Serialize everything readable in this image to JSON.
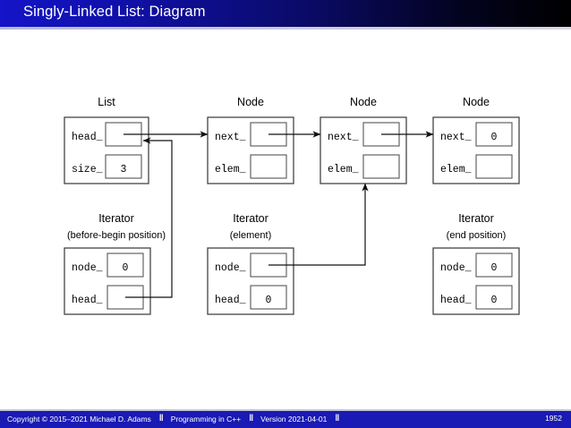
{
  "header": {
    "title": "Singly-Linked List: Diagram",
    "gradient_start": "#1414c8",
    "gradient_end": "#000000"
  },
  "diagram": {
    "type": "linked-list-memory-diagram",
    "structures": [
      {
        "id": "list",
        "caption": "List",
        "caption2": "",
        "fields": [
          {
            "name": "head_",
            "value": "",
            "kind": "pointer"
          },
          {
            "name": "size_",
            "value": "3",
            "kind": "integer"
          }
        ]
      },
      {
        "id": "node-1",
        "caption": "Node",
        "caption2": "",
        "fields": [
          {
            "name": "next_",
            "value": "",
            "kind": "pointer"
          },
          {
            "name": "elem_",
            "value": "",
            "kind": "element"
          }
        ]
      },
      {
        "id": "node-2",
        "caption": "Node",
        "caption2": "",
        "fields": [
          {
            "name": "next_",
            "value": "",
            "kind": "pointer"
          },
          {
            "name": "elem_",
            "value": "",
            "kind": "element"
          }
        ]
      },
      {
        "id": "node-3",
        "caption": "Node",
        "caption2": "",
        "fields": [
          {
            "name": "next_",
            "value": "0",
            "kind": "null"
          },
          {
            "name": "elem_",
            "value": "",
            "kind": "element"
          }
        ]
      },
      {
        "id": "iterator-1",
        "caption": "Iterator",
        "caption2": "(before-begin position)",
        "fields": [
          {
            "name": "node_",
            "value": "0",
            "kind": "null"
          },
          {
            "name": "head_",
            "value": "",
            "kind": "pointer"
          }
        ]
      },
      {
        "id": "iterator-2",
        "caption": "Iterator",
        "caption2": "(element)",
        "fields": [
          {
            "name": "node_",
            "value": "",
            "kind": "pointer"
          },
          {
            "name": "head_",
            "value": "0",
            "kind": "null"
          }
        ]
      },
      {
        "id": "iterator-3",
        "caption": "Iterator",
        "caption2": "(end position)",
        "fields": [
          {
            "name": "node_",
            "value": "0",
            "kind": "null"
          },
          {
            "name": "head_",
            "value": "0",
            "kind": "null"
          }
        ]
      }
    ],
    "edges": [
      {
        "from": "list.head_",
        "to": "node-1"
      },
      {
        "from": "node-1.next_",
        "to": "node-2"
      },
      {
        "from": "node-2.next_",
        "to": "node-3"
      },
      {
        "from": "iterator-1.head_",
        "to": "list.head_"
      },
      {
        "from": "iterator-2.node_",
        "to": "node-2"
      }
    ]
  },
  "footer": {
    "copyright": "Copyright © 2015–2021 Michael D. Adams",
    "separator": "‖",
    "course": "Programming in C++",
    "version": "Version 2021-04-01",
    "page": "1952",
    "background": "#1a1ab4"
  }
}
